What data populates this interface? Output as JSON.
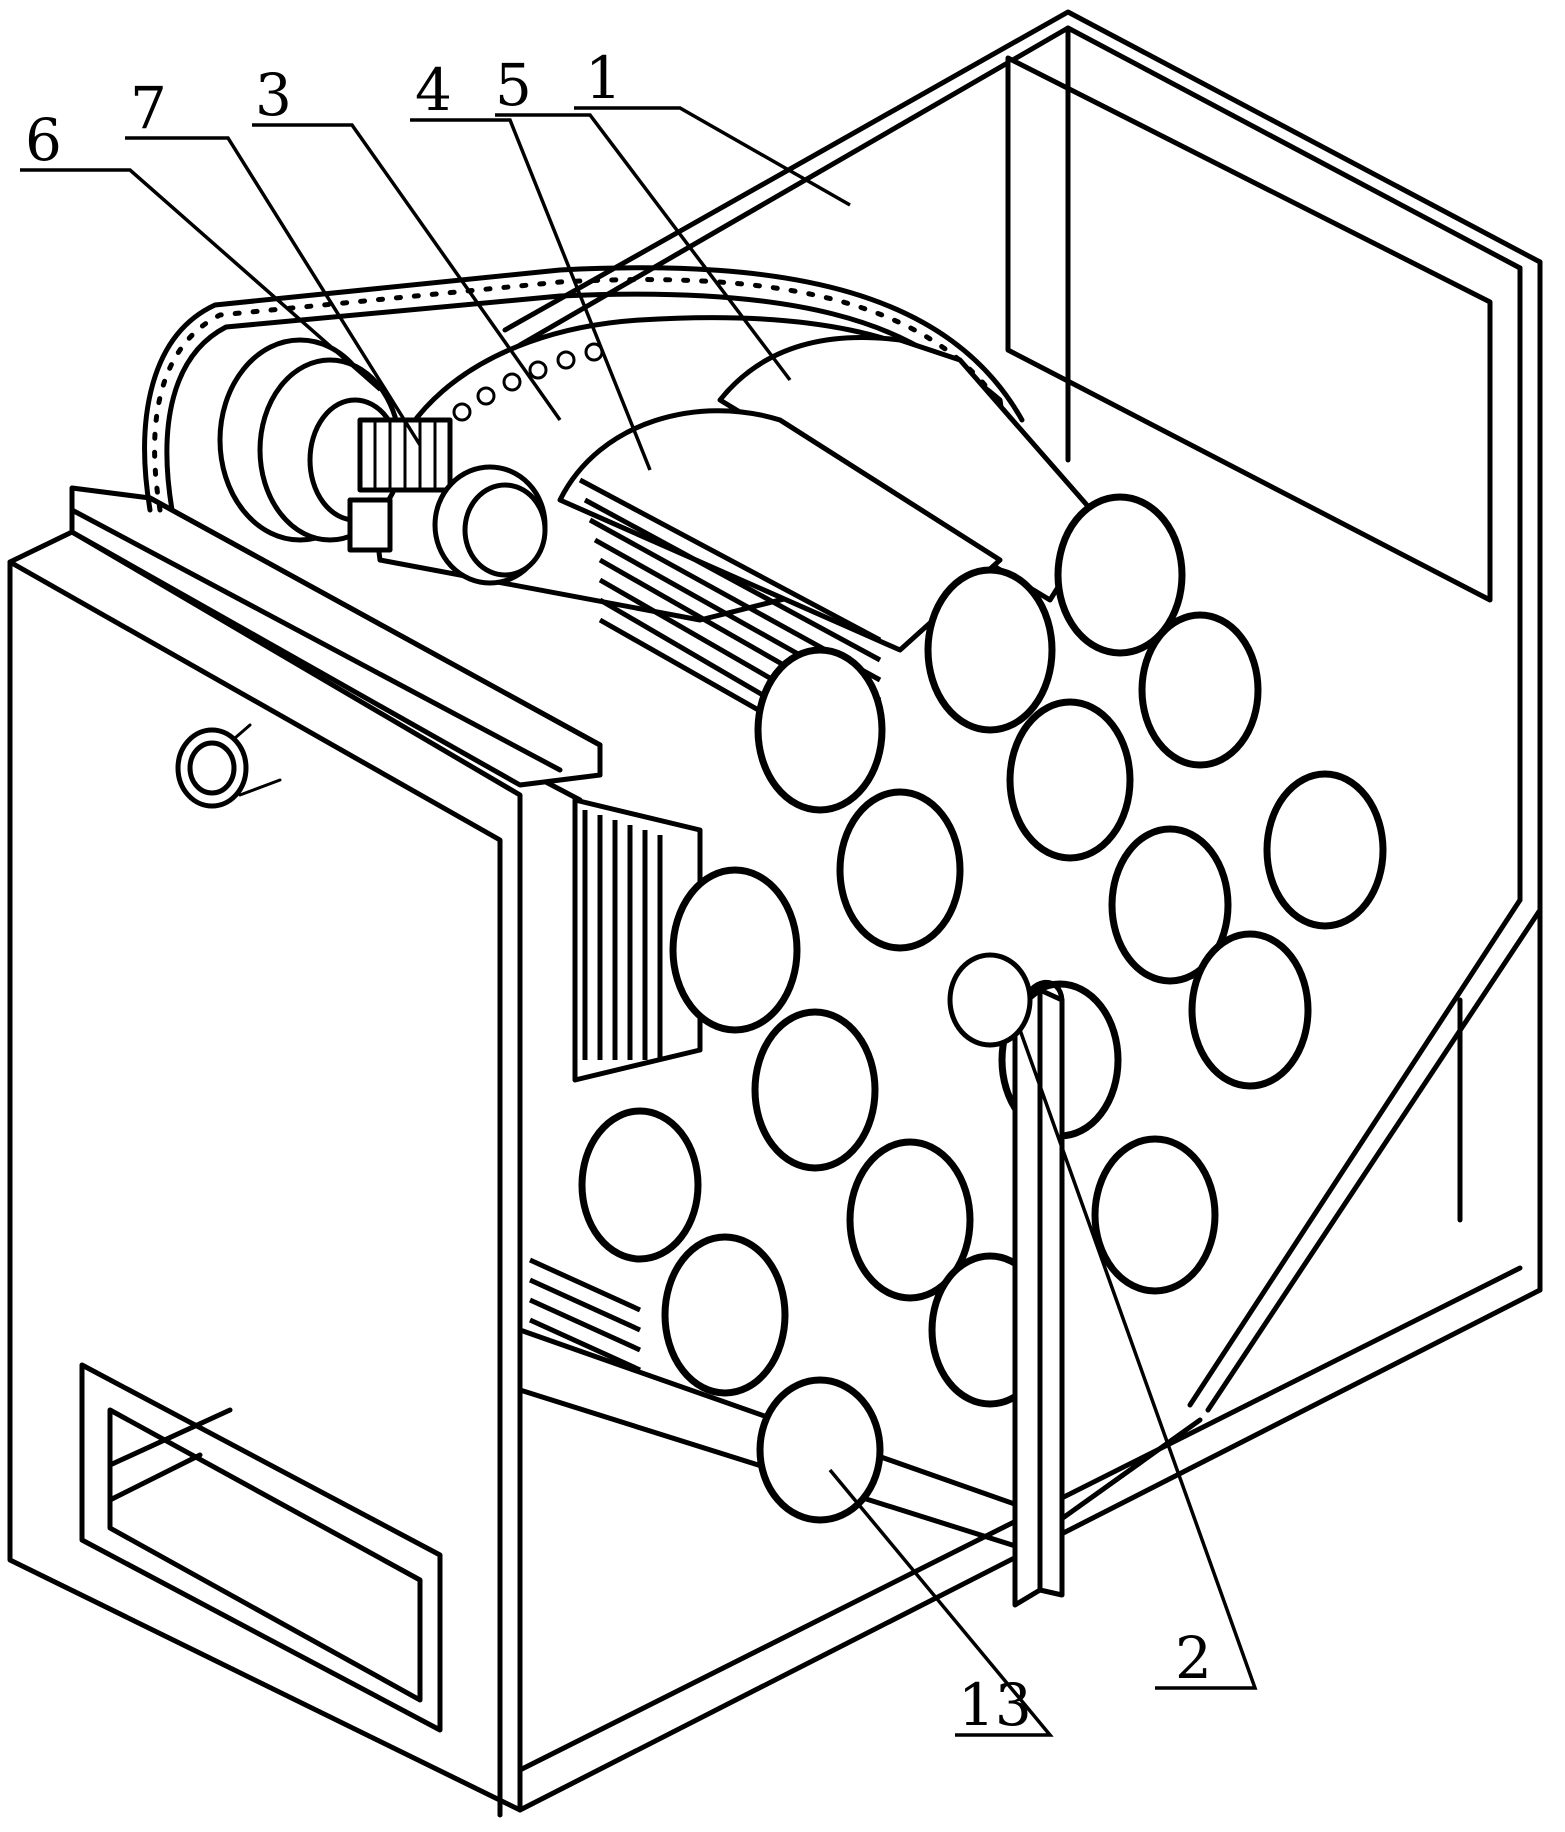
{
  "figure": {
    "labels": [
      {
        "id": "frame",
        "text": "1"
      },
      {
        "id": "support-bracket",
        "text": "2"
      },
      {
        "id": "drive-disc",
        "text": "3"
      },
      {
        "id": "motor",
        "text": "4"
      },
      {
        "id": "housing",
        "text": "5"
      },
      {
        "id": "drive-chain",
        "text": "6"
      },
      {
        "id": "sprocket",
        "text": "7"
      },
      {
        "id": "drum-tube",
        "text": "13"
      }
    ]
  }
}
